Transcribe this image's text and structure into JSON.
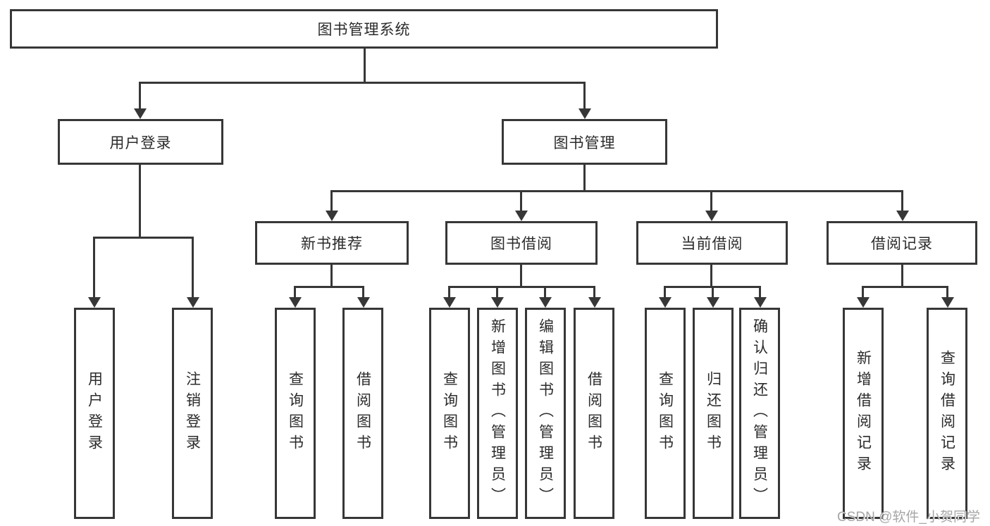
{
  "diagram": {
    "title": "图书管理系统",
    "root": {
      "label": "图书管理系统"
    },
    "level2": [
      {
        "label": "用户登录"
      },
      {
        "label": "图书管理"
      }
    ],
    "level3": [
      {
        "label": "新书推荐"
      },
      {
        "label": "图书借阅"
      },
      {
        "label": "当前借阅"
      },
      {
        "label": "借阅记录"
      }
    ],
    "leaves": {
      "user_login": [
        "用户登录",
        "注销登录"
      ],
      "new_books": [
        "查询图书",
        "借阅图书"
      ],
      "book_borrow": [
        "查询图书",
        "新增图书（管理员）",
        "编辑图书（管理员）",
        "借阅图书"
      ],
      "current_borrow": [
        "查询图书",
        "归还图书",
        "确认归还（管理员）"
      ],
      "borrow_records": [
        "新增借阅记录",
        "查询借阅记录"
      ]
    }
  },
  "watermark": {
    "text": "CSDN @软件_小贺同学"
  },
  "colors": {
    "line": "#373737",
    "text": "#2b2b2b",
    "background": "#ffffff",
    "watermark": "#a6a6a6"
  }
}
